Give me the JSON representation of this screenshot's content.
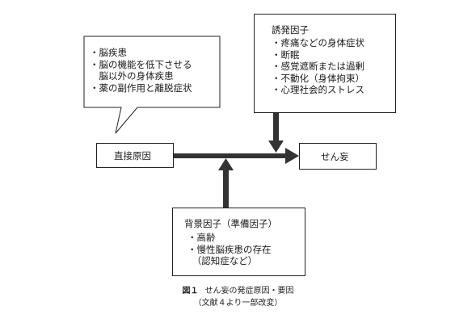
{
  "direct_box": {
    "items": [
      "・脳疾患",
      "・脳の機能を低下させる",
      "　脳以外の身体疾患",
      "・薬の副作用と離脱症状"
    ]
  },
  "direct_cause": {
    "label": "直接原因"
  },
  "trigger": {
    "title": "誘発因子",
    "items": [
      "・疼痛などの身体症状",
      "・断眠",
      "・感覚遮断または過剰",
      "・不動化（身体拘束）",
      "・心理社会的ストレス"
    ]
  },
  "delirium": {
    "label": "せん妄"
  },
  "background": {
    "title": "背景因子（準備因子）",
    "items": [
      "・高齢",
      "・慢性脳疾患の存在",
      "　（認知症など）"
    ]
  },
  "caption": {
    "number": "図１",
    "title": "せん妄の発症原因・要因",
    "source": "（文献４より一部改変）"
  }
}
